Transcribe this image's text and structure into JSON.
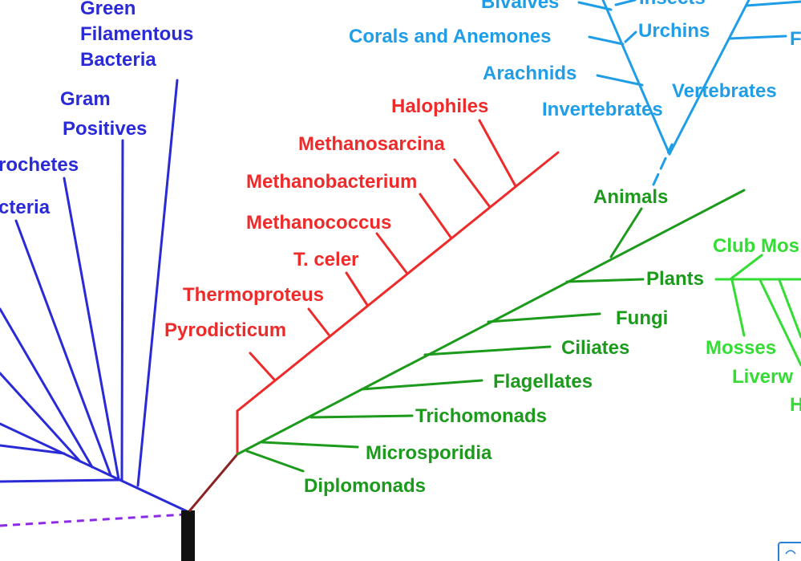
{
  "colors": {
    "bacteria": "#2a2ad6",
    "archaea": "#ee2b2b",
    "eukarya": "#1c9a1c",
    "animals_clade": "#1f9de6",
    "plants_clade": "#33dd33",
    "root_line": "#8a2be2",
    "trunk": "#111111",
    "stem": "#8b2323"
  },
  "labels": {
    "bacteria": {
      "green_filamentous_1": "Green",
      "green_filamentous_2": "Filamentous",
      "green_filamentous_3": "Bacteria",
      "gram_positives_1": "Gram",
      "gram_positives_2": "Positives",
      "spirochetes": "rochetes",
      "cteria": "cteria"
    },
    "archaea": {
      "halophiles": "Halophiles",
      "methanosarcina": "Methanosarcina",
      "methanobacterium": "Methanobacterium",
      "methanococcus": "Methanococcus",
      "t_celer": "T. celer",
      "thermoproteus": "Thermoproteus",
      "pyrodicticum": "Pyrodicticum"
    },
    "eukarya": {
      "animals": "Animals",
      "plants": "Plants",
      "fungi": "Fungi",
      "ciliates": "Ciliates",
      "flagellates": "Flagellates",
      "trichomonads": "Trichomonads",
      "microsporidia": "Microsporidia",
      "diplomonads": "Diplomonads"
    },
    "animals_clade": {
      "bivalves": "Bivalves",
      "insects": "Insects",
      "corals_and_anemones": "Corals and Anemones",
      "urchins": "Urchins",
      "arachnids": "Arachnids",
      "vertebrates": "Vertebrates",
      "invertebrates": "Invertebrates",
      "fish_partial": "F"
    },
    "plants_clade": {
      "club_mosses": "Club Mos",
      "mosses": "Mosses",
      "liverworts": "Liverw",
      "h_partial": "H"
    }
  }
}
